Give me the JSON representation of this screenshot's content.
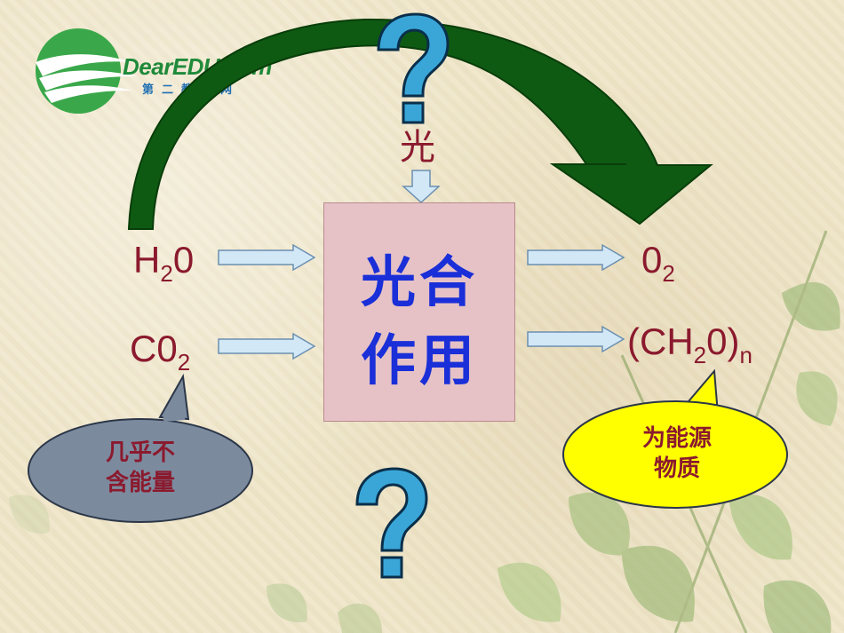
{
  "logo": {
    "brand": "DearEDU.com",
    "subtitle": "第二教育网"
  },
  "top": {
    "light_label": "光"
  },
  "inputs": {
    "water": {
      "main": "H",
      "sub": "2",
      "tail": "0"
    },
    "co2": {
      "main": "C0",
      "sub": "2",
      "tail": ""
    }
  },
  "outputs": {
    "oxygen": {
      "main": "0",
      "sub": "2"
    },
    "sugar": {
      "pre": "(CH",
      "sub": "2",
      "mid": "0)",
      "sub2": "n"
    }
  },
  "process_box": {
    "line1": "光合",
    "line2": "作用"
  },
  "bubbles": {
    "left": {
      "line1": "几乎不",
      "line2": "含能量",
      "color": "#7c8a9e"
    },
    "right": {
      "line1": "为能源",
      "line2": "物质",
      "color": "#ffff00"
    }
  },
  "colors": {
    "text": "#8b1a2e",
    "box_text": "#1a2fd8",
    "box_fill": "#e6c2c6",
    "arc": "#0f5a12",
    "arrow": "#d2e8f7",
    "question_mark": "#3aa6d8"
  },
  "icons": [
    "question-mark-icon",
    "question-mark-icon",
    "curved-arrow-icon",
    "arrow-right-icon",
    "arrow-down-icon"
  ]
}
